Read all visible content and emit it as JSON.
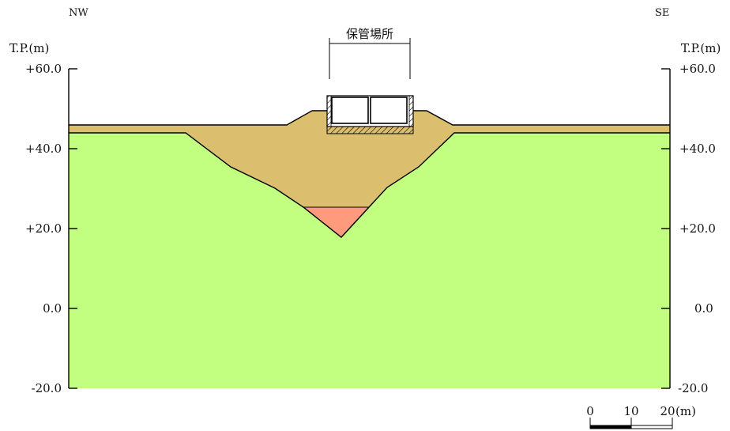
{
  "directions": {
    "left": "NW",
    "right": "SE"
  },
  "axis": {
    "label_left": "T.P.(m)",
    "label_right": "T.P.(m)",
    "ticks": [
      "+60.0",
      "+40.0",
      "+20.0",
      "0.0",
      "-20.0"
    ]
  },
  "facility_label": "保管場所",
  "scale_bar": {
    "labels": [
      "0",
      "10",
      "20"
    ],
    "unit": "(m)"
  },
  "colors": {
    "bedrock": "#c2ff80",
    "fill_soil": "#dcbf6e",
    "pink_layer": "#ff9a7c",
    "outline": "#000000"
  }
}
